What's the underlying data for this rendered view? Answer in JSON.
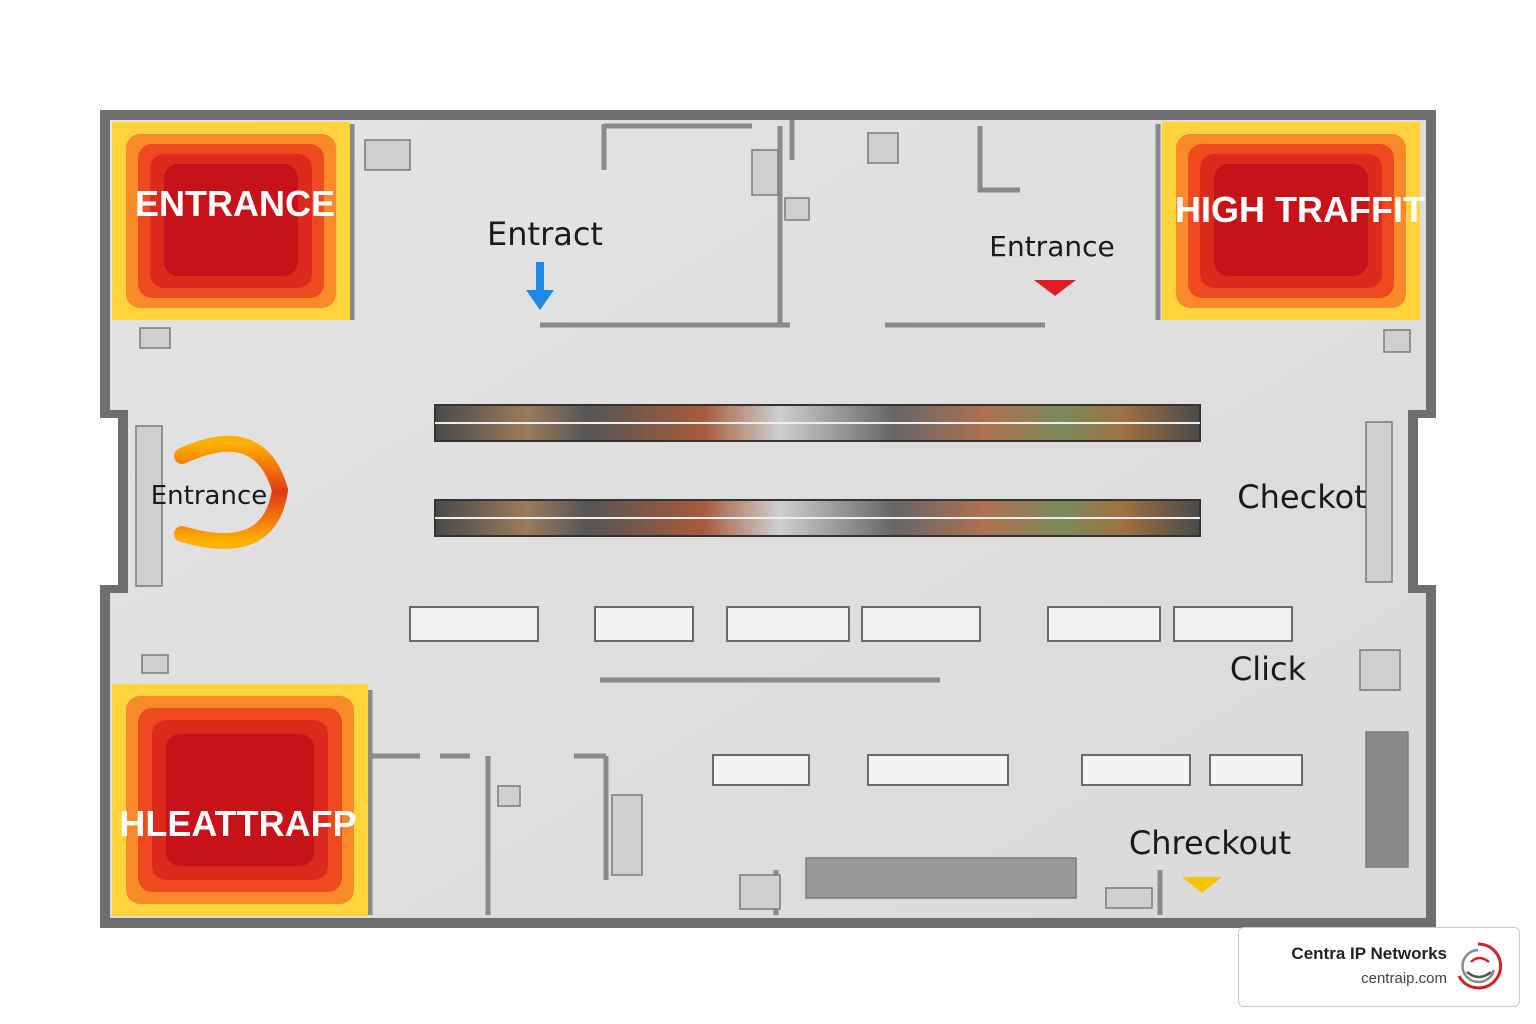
{
  "floorplan": {
    "heat_zones": [
      {
        "label": "ENTRANCE"
      },
      {
        "label": "HIGH TRAFFIT"
      },
      {
        "label": "HLEATTRAFP"
      }
    ],
    "labels": {
      "entract": "Entract",
      "entrance_top": "Entrance",
      "entrance_left": "Entrance",
      "checkot": "Checkot",
      "click": "Click",
      "chreckout": "Chreckout"
    },
    "colors": {
      "heat_core": "#c8121a",
      "heat_mid": "#ef4a1f",
      "heat_outer": "#ffd43b",
      "arrow_blue": "#1e88e5",
      "arrow_red": "#e01b24",
      "arrow_yellow": "#f5c400"
    }
  },
  "brand": {
    "name": "Centra IP Networks",
    "url": "centraip.com",
    "logo_icon": "centra-swirl-logo-icon"
  }
}
